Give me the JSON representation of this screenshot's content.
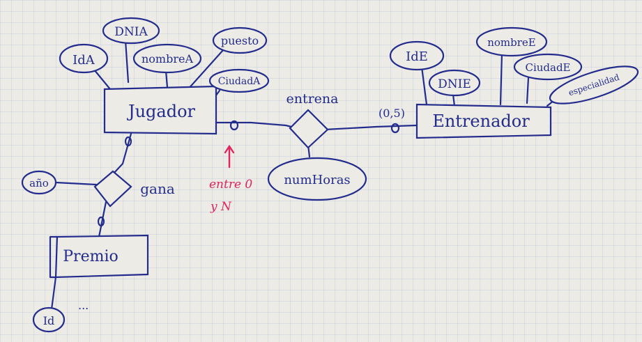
{
  "entities": {
    "jugador": "Jugador",
    "entrenador": "Entrenador",
    "premio": "Premio"
  },
  "relationships": {
    "entrena": "entrena",
    "gana": "gana"
  },
  "attributes": {
    "jugador": [
      "IdA",
      "DNIA",
      "nombreA",
      "puesto",
      "CiudadA"
    ],
    "entrenador": [
      "IdE",
      "DNIE",
      "nombreE",
      "CiudadE",
      "especialidad"
    ],
    "entrena": [
      "numHoras"
    ],
    "gana": [
      "año"
    ],
    "premio": [
      "Id",
      "..."
    ]
  },
  "cardinalities": {
    "entrena_entrenador": "(0,5)"
  },
  "annotation": {
    "line1": "entre 0",
    "line2": "y N"
  },
  "colors": {
    "ink": "#232c8c",
    "note": "#e0245e",
    "paper": "#ecebe6",
    "grid": "#c9d0de"
  }
}
